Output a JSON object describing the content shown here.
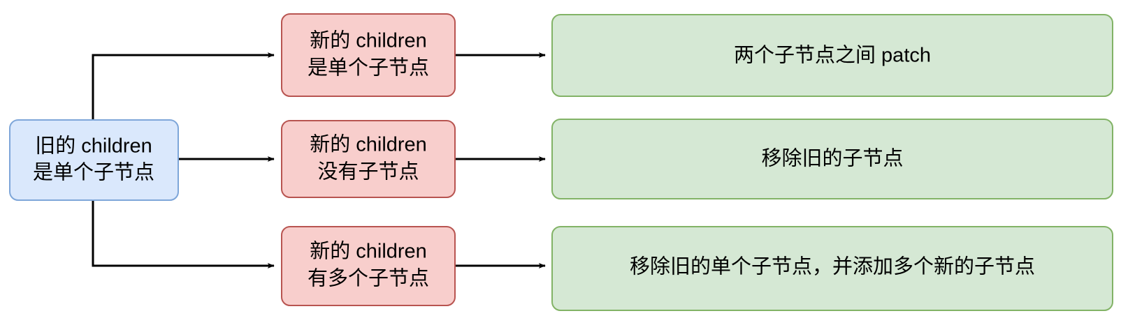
{
  "diagram": {
    "title": "Vue children diff flowchart",
    "colors": {
      "source_fill": "#dae8fc",
      "source_stroke": "#7ea6d9",
      "condition_fill": "#f8cecc",
      "condition_stroke": "#b85450",
      "result_fill": "#d5e8d4",
      "result_stroke": "#82b366",
      "edge": "#000000",
      "text": "#000000",
      "background": "#ffffff"
    },
    "source_node": {
      "id": "old-children-single",
      "line1": "旧的 children",
      "line2": "是单个子节点"
    },
    "branches": [
      {
        "id": "branch-new-single",
        "condition": {
          "id": "new-children-single",
          "line1": "新的 children",
          "line2": "是单个子节点"
        },
        "result": {
          "id": "patch-between-two-children",
          "text": "两个子节点之间 patch"
        }
      },
      {
        "id": "branch-new-none",
        "condition": {
          "id": "new-children-none",
          "line1": "新的 children",
          "line2": "没有子节点"
        },
        "result": {
          "id": "remove-old-children",
          "text": "移除旧的子节点"
        }
      },
      {
        "id": "branch-new-multiple",
        "condition": {
          "id": "new-children-multiple",
          "line1": "新的 children",
          "line2": "有多个子节点"
        },
        "result": {
          "id": "remove-old-single-add-new-multiple",
          "text": "移除旧的单个子节点，并添加多个新的子节点"
        }
      }
    ]
  }
}
